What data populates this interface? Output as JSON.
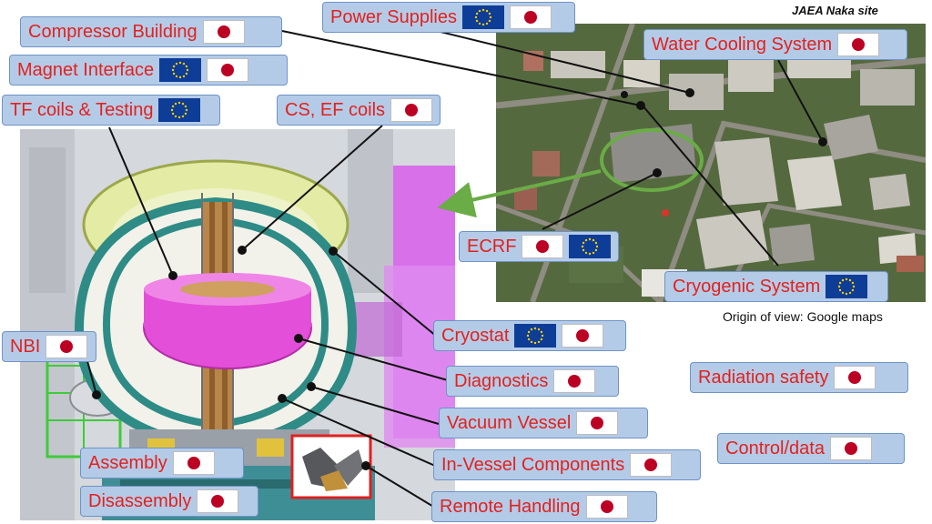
{
  "site_caption": "JAEA Naka site",
  "origin_note": "Origin of view: Google maps",
  "labels": [
    {
      "key": "power-supplies",
      "text": "Power Supplies",
      "flags": [
        "eu",
        "jp"
      ]
    },
    {
      "key": "compressor-building",
      "text": "Compressor Building",
      "flags": [
        "jp"
      ]
    },
    {
      "key": "magnet-interface",
      "text": "Magnet Interface",
      "flags": [
        "eu",
        "jp"
      ]
    },
    {
      "key": "tf-coils-testing",
      "text": "TF coils & Testing",
      "flags": [
        "eu"
      ]
    },
    {
      "key": "cs-ef-coils",
      "text": "CS, EF coils",
      "flags": [
        "jp"
      ]
    },
    {
      "key": "water-cooling-system",
      "text": "Water Cooling System",
      "flags": [
        "jp"
      ]
    },
    {
      "key": "ecrf",
      "text": "ECRF",
      "flags": [
        "jp",
        "eu"
      ]
    },
    {
      "key": "cryogenic-system",
      "text": "Cryogenic System",
      "flags": [
        "eu"
      ]
    },
    {
      "key": "cryostat",
      "text": "Cryostat",
      "flags": [
        "eu",
        "jp"
      ]
    },
    {
      "key": "nbi",
      "text": "NBI",
      "flags": [
        "jp"
      ]
    },
    {
      "key": "diagnostics",
      "text": "Diagnostics",
      "flags": [
        "jp"
      ]
    },
    {
      "key": "radiation-safety",
      "text": "Radiation safety",
      "flags": [
        "jp"
      ]
    },
    {
      "key": "vacuum-vessel",
      "text": "Vacuum Vessel",
      "flags": [
        "jp"
      ]
    },
    {
      "key": "control-data",
      "text": "Control/data",
      "flags": [
        "jp"
      ]
    },
    {
      "key": "assembly",
      "text": "Assembly",
      "flags": [
        "jp"
      ]
    },
    {
      "key": "in-vessel-components",
      "text": "In-Vessel Components",
      "flags": [
        "jp"
      ]
    },
    {
      "key": "disassembly",
      "text": "Disassembly",
      "flags": [
        "jp"
      ]
    },
    {
      "key": "remote-handling",
      "text": "Remote Handling",
      "flags": [
        "jp"
      ]
    }
  ],
  "colors": {
    "label_fill": "#b4cbe8",
    "label_text": "#e3211c",
    "jp_disc": "#bc0024",
    "eu_blue": "#0d3d97",
    "eu_star": "#ffcc00",
    "arrow_green": "#6aac46",
    "plasma_magenta": "#e34fd8",
    "highlight_red": "#e02020"
  }
}
